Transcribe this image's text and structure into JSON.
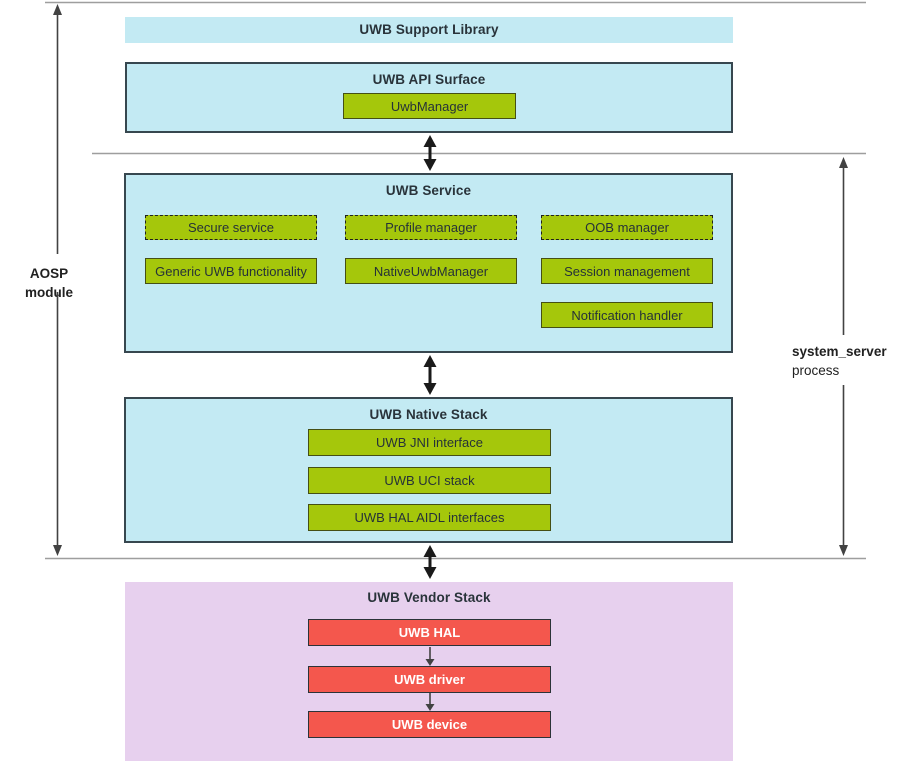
{
  "side_labels": {
    "aosp_module": "AOSP module",
    "system_server": "system_server",
    "process": "process"
  },
  "layers": {
    "support_library": {
      "title": "UWB Support Library"
    },
    "api_surface": {
      "title": "UWB API Surface",
      "components": {
        "uwb_manager": "UwbManager"
      }
    },
    "service": {
      "title": "UWB Service",
      "dashed_components": [
        "Secure service",
        "Profile manager",
        "OOB manager"
      ],
      "solid_components": [
        "Generic UWB functionality",
        "NativeUwbManager",
        "Session management",
        "Notification handler"
      ]
    },
    "native_stack": {
      "title": "UWB Native Stack",
      "components": [
        "UWB JNI interface",
        "UWB UCI stack",
        "UWB HAL AIDL interfaces"
      ]
    },
    "vendor_stack": {
      "title": "UWB Vendor Stack",
      "components": [
        "UWB HAL",
        "UWB driver",
        "UWB device"
      ]
    }
  },
  "colors": {
    "layer_cyan": "#c3eaf3",
    "layer_purple": "#e7d0ee",
    "component_green": "#a5c70b",
    "component_red": "#f4574d",
    "border_dark": "#37474f",
    "separator_gray": "#9e9e9e",
    "arrow_black": "#1a1a1a",
    "arrow_gray": "#424242"
  }
}
